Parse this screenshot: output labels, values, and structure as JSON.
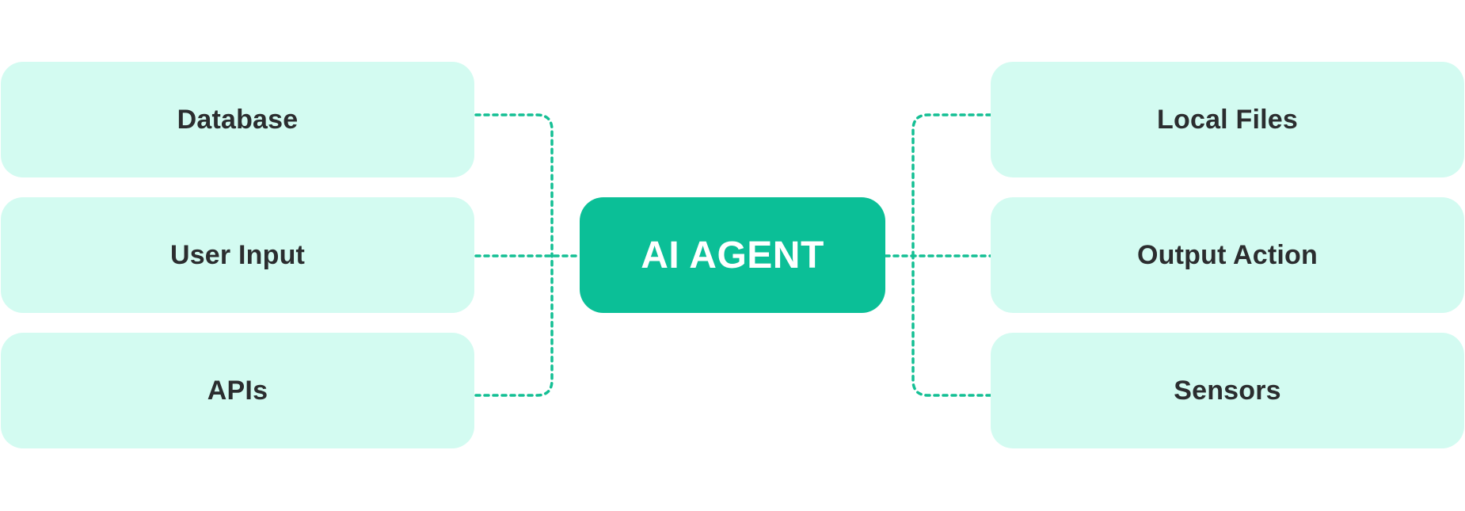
{
  "center": {
    "label": "AI AGENT"
  },
  "inputs": [
    {
      "label": "Database"
    },
    {
      "label": "User Input"
    },
    {
      "label": "APIs"
    }
  ],
  "outputs": [
    {
      "label": "Local Files"
    },
    {
      "label": "Output Action"
    },
    {
      "label": "Sensors"
    }
  ],
  "colors": {
    "node_fill": "#d3fbf1",
    "center_fill": "#0bbf97",
    "connector": "#14bf94",
    "label_text": "#2b2d2f"
  }
}
